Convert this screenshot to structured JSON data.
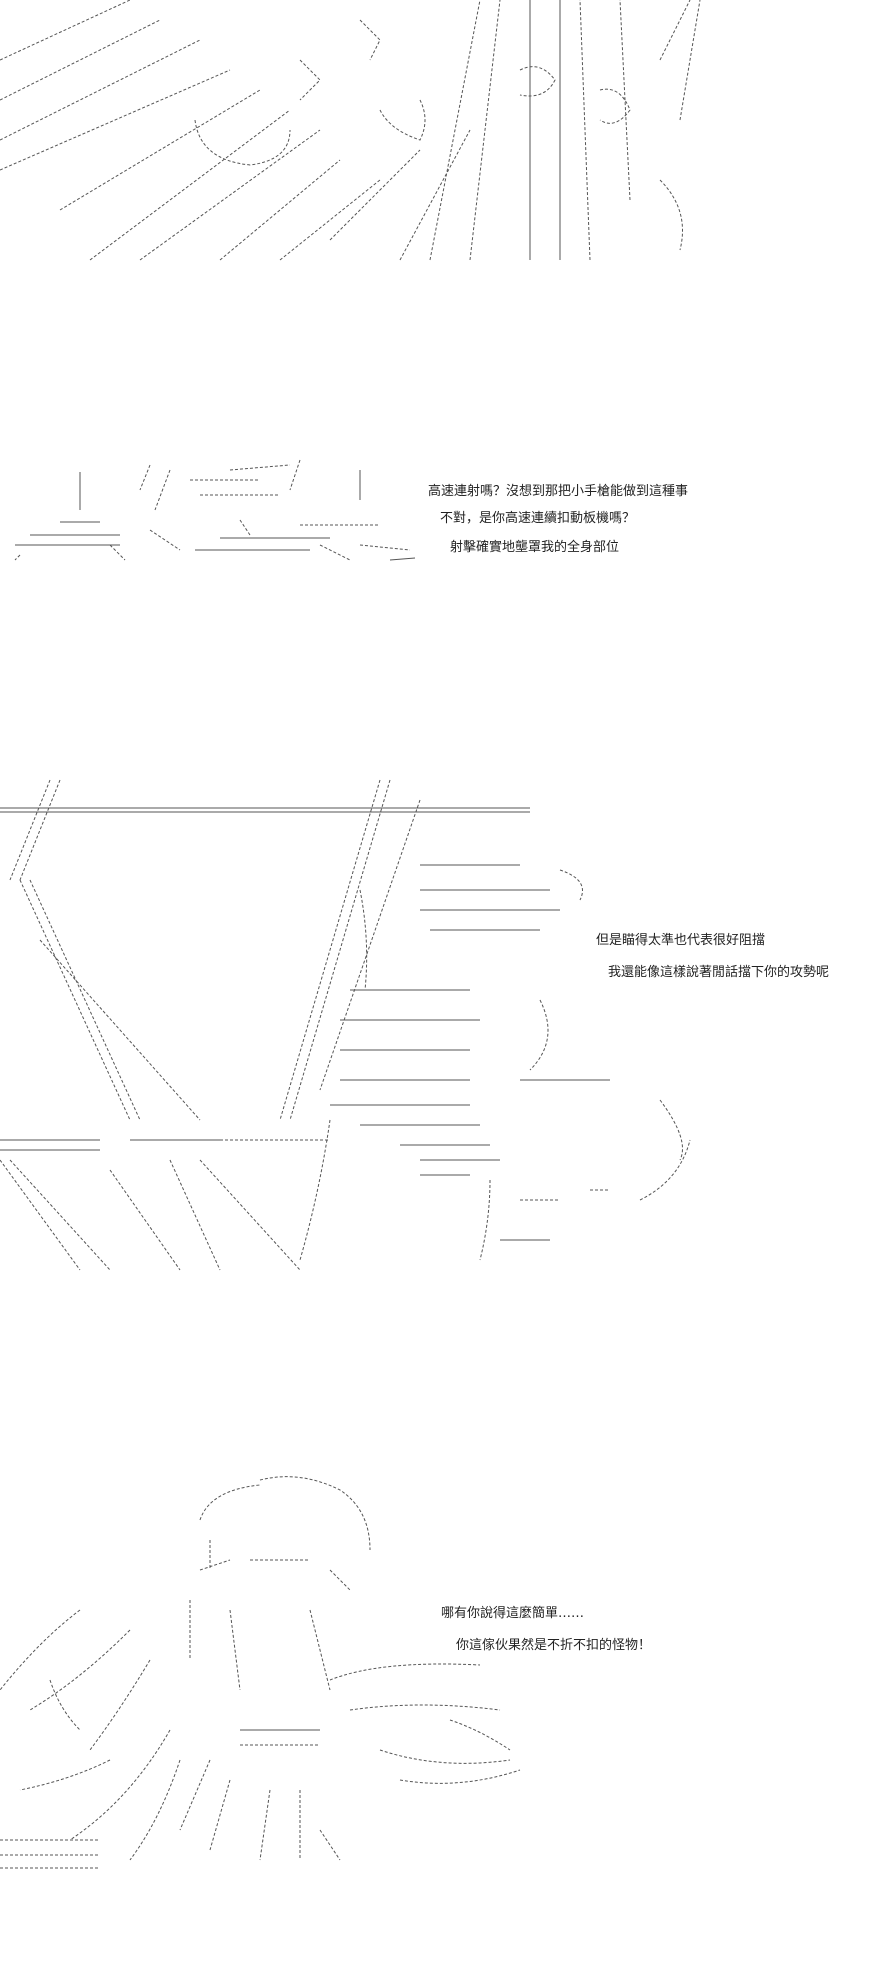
{
  "panels": [
    {
      "id": "panel-1",
      "lines": []
    },
    {
      "id": "panel-2",
      "lines": [
        "高速連射嗎？沒想到那把小手槍能做到這種事",
        "不對，是你高速連續扣動板機嗎？",
        "射擊確實地壟罩我的全身部位"
      ]
    },
    {
      "id": "panel-3",
      "lines": [
        "但是瞄得太準也代表很好阻擋",
        "我還能像這樣說著閒話擋下你的攻勢呢"
      ]
    },
    {
      "id": "panel-4",
      "lines": [
        "哪有你說得這麼簡單……",
        "你這傢伙果然是不折不扣的怪物！"
      ]
    }
  ],
  "colors": {
    "background": "#ffffff",
    "text": "#222222",
    "art": "#555555"
  }
}
